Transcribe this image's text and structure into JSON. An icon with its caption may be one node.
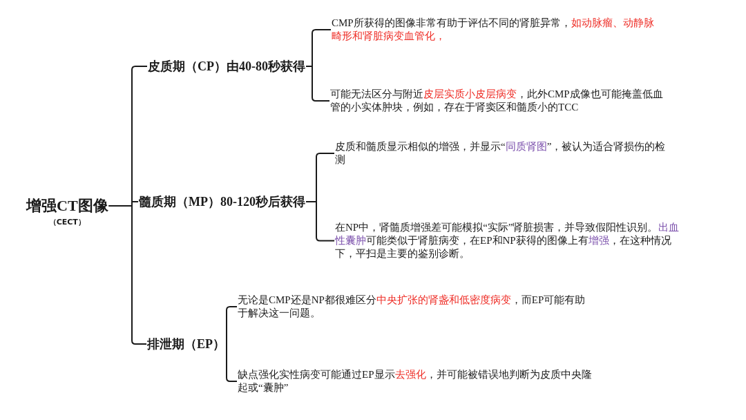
{
  "diagram": {
    "nodes": [
      {
        "text": [
          "增强CT图像",
          "（CECT）"
        ]
      },
      {
        "text": [
          "皮质期（CP）由40-80秒获得"
        ]
      },
      {
        "text": [
          "CMP所获得的图像非常有助于评估不同的肾脏异常，**如动脉瘤、动静脉畸形和肾脏病变血管化，**"
        ]
      },
      {
        "text": [
          "可能无法区分与附近**皮层实质小皮层病变**，此外CMP成像也可能掩盖低血管的小实体肿块，例如，存在于肾窦区和髓质小的TCC"
        ]
      },
      {
        "text": [
          "髓质期（MP）80-120秒后获得"
        ]
      },
      {
        "text": [
          "皮质和髓质显示相似的增强，并显示“**同质肾图**”，被认为适合肾损伤的检测"
        ]
      },
      {
        "text": [
          "在NP中，肾髓质增强差可能模拟“实际”肾脏损害，并导致假阳性识别。**出血性囊肿**可能类似于肾脏病变，在EP和NP获得的图像上有**增强**，在这种情况下，平扫是主要的鉴别诊断。"
        ]
      },
      {
        "text": [
          "排泄期（EP）"
        ]
      },
      {
        "text": [
          "无论是CMP还是NP都很难区分**中央扩张的肾盏和低密度病变**，而EP可能有助于解决这一问题。"
        ]
      },
      {
        "text": [
          "缺点强化实性病变可能通过EP显示**去强化**，并可能被错误地判断为皮质中央隆起或“囊肿”"
        ]
      }
    ],
    "edges": [
      {
        "from": 0,
        "to": 1,
        "arrow": "none"
      },
      {
        "from": 0,
        "to": 4,
        "arrow": "none"
      },
      {
        "from": 0,
        "to": 7,
        "arrow": "none"
      },
      {
        "from": 1,
        "to": 2,
        "arrow": "none"
      },
      {
        "from": 1,
        "to": 3,
        "arrow": "none"
      },
      {
        "from": 4,
        "to": 5,
        "arrow": "none"
      },
      {
        "from": 4,
        "to": 6,
        "arrow": "none"
      },
      {
        "from": 7,
        "to": 8,
        "arrow": "none"
      },
      {
        "from": 7,
        "to": 9,
        "arrow": "none"
      }
    ]
  }
}
